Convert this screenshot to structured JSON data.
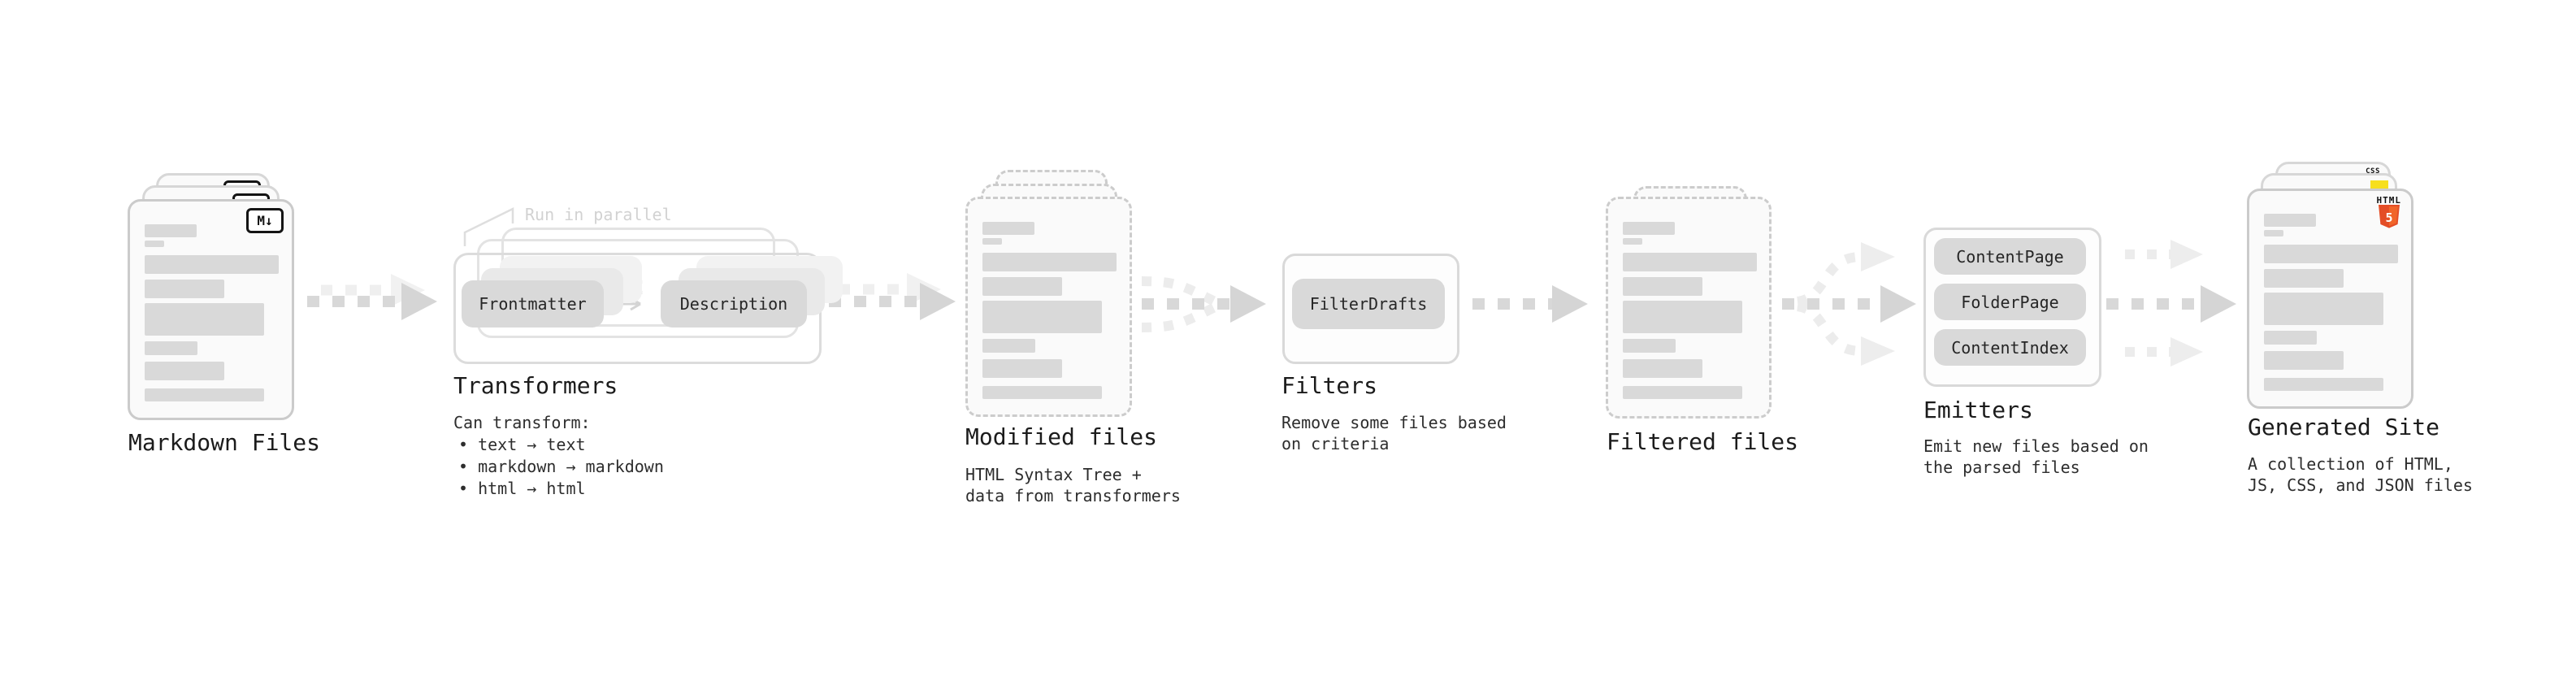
{
  "markdown": {
    "label": "Markdown Files",
    "badge": "M↓"
  },
  "transformers": {
    "heading": "Transformers",
    "annotation": "Run in parallel",
    "pill_left": "Frontmatter",
    "pill_right": "Description",
    "intro": "Can transform:",
    "bullets": [
      "• text → text",
      "• markdown → markdown",
      "• html → html"
    ]
  },
  "modified": {
    "heading": "Modified files",
    "lines": [
      "HTML Syntax Tree +",
      "data from transformers"
    ]
  },
  "filters": {
    "heading": "Filters",
    "pill": "FilterDrafts",
    "lines": [
      "Remove some files based",
      "on criteria"
    ]
  },
  "filtered": {
    "heading": "Filtered files"
  },
  "emitters": {
    "heading": "Emitters",
    "pills": [
      "ContentPage",
      "FolderPage",
      "ContentIndex"
    ],
    "lines": [
      "Emit new files based on",
      "the parsed files"
    ]
  },
  "generated": {
    "heading": "Generated Site",
    "lines": [
      "A collection of HTML,",
      "JS, CSS, and JSON files"
    ],
    "css_badge": "CSS",
    "html_badge": "HTML",
    "html_digit": "5"
  },
  "colors": {
    "html5_orange": "#e44d26",
    "html5_orange_light": "#f16529",
    "js_yellow": "#f7df1e",
    "css_blue": "#2965f1",
    "placeholder_gray": "#d9d9d9",
    "arrow_gray": "#d6d6d6"
  }
}
